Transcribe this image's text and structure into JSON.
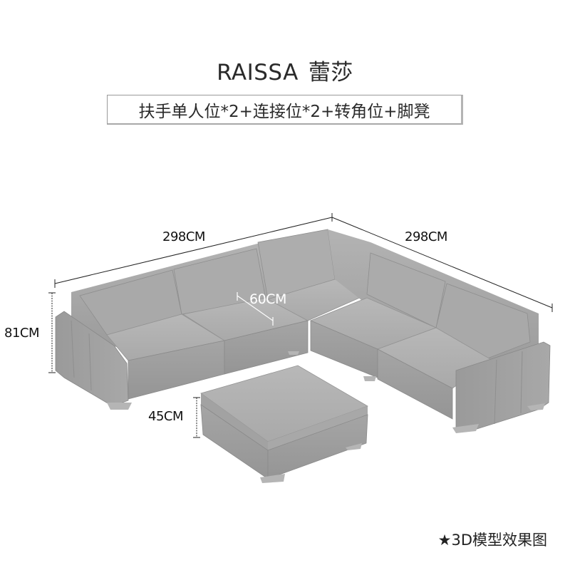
{
  "header": {
    "title_en": "RAISSA",
    "title_cn": "蕾莎",
    "subtitle": "扶手单人位*2+连接位*2+转角位+脚凳"
  },
  "dimensions": {
    "left_length": "298CM",
    "right_length": "298CM",
    "seat_depth": "60CM",
    "total_height": "81CM",
    "ottoman_height": "45CM"
  },
  "footer": {
    "star_icon": "★",
    "note": "3D模型效果图"
  },
  "colors": {
    "sofa_base": "#a6a6a6",
    "sofa_light": "#bdbdbd",
    "sofa_dark": "#8c8c8c",
    "background": "#ffffff"
  }
}
